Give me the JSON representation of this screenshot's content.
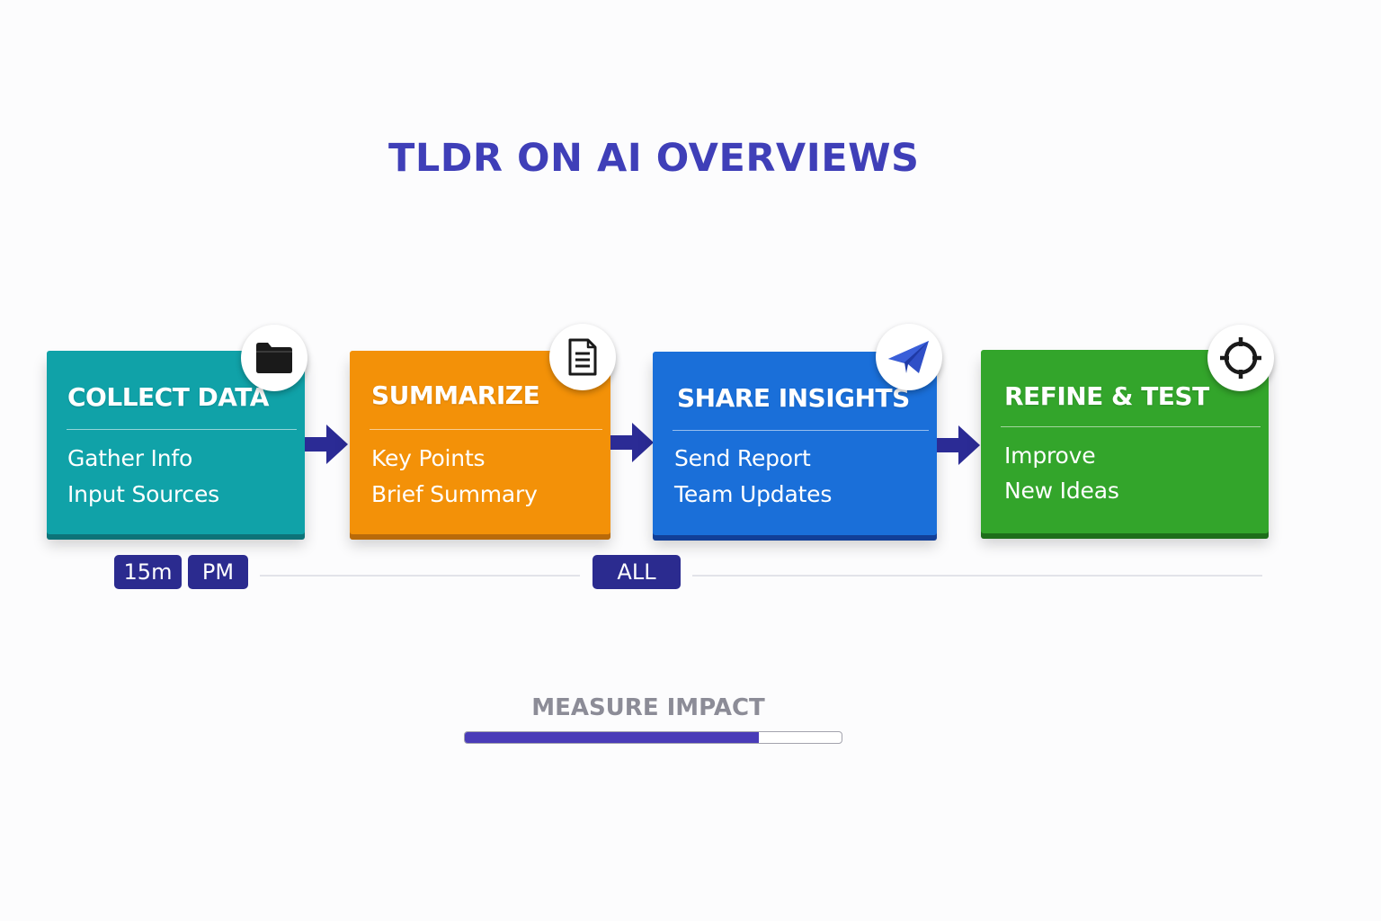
{
  "title": "TLDR ON AI OVERVIEWS",
  "colors": {
    "title": "#3f3fb8",
    "teal": "#10a2a8",
    "teal_shadow": "#0d7378",
    "orange": "#f39108",
    "orange_shadow": "#b96a0a",
    "blue": "#1a6fd9",
    "blue_shadow": "#123f97",
    "green": "#33a52b",
    "green_shadow": "#1e6e1a",
    "arrow": "#2b2b95",
    "tag": "#2b2b8f",
    "measure_label": "#8c8c97",
    "progress_fill": "#4a3cb8"
  },
  "steps": [
    {
      "heading": "COLLECT DATA",
      "lines": [
        "Gather Info",
        "Input Sources"
      ],
      "icon": "folder-icon"
    },
    {
      "heading": "SUMMARIZE",
      "lines": [
        "Key Points",
        "Brief Summary"
      ],
      "icon": "document-icon"
    },
    {
      "heading": "SHARE INSIGHTS",
      "lines": [
        "Send Report",
        "Team Updates"
      ],
      "icon": "paper-plane-icon"
    },
    {
      "heading": "REFINE & TEST",
      "lines": [
        "Improve",
        "New Ideas"
      ],
      "icon": "crosshair-icon"
    }
  ],
  "tags": [
    "15m",
    "PM",
    "ALL"
  ],
  "measure": {
    "label": "MEASURE IMPACT",
    "progress": 0.78
  }
}
